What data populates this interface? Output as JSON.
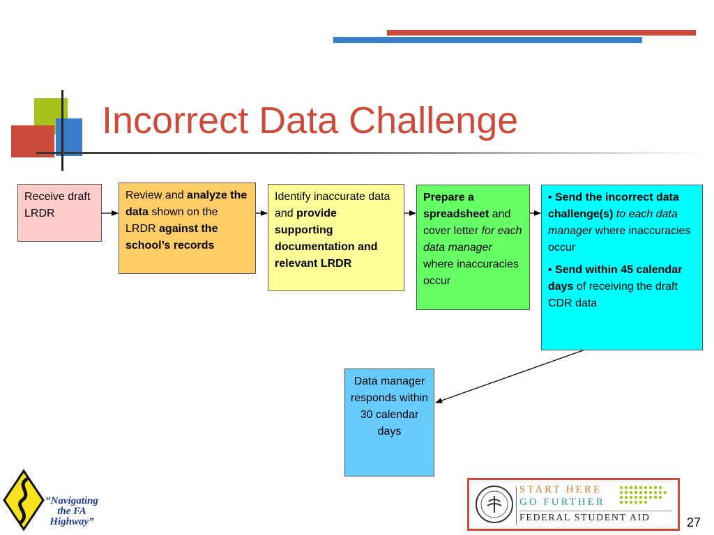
{
  "title": "Incorrect Data Challenge",
  "steps": {
    "receive": "Receive draft LRDR",
    "review": {
      "t1": "Review and ",
      "b1": "analyze the data",
      "t2": " shown on the LRDR ",
      "b2": "against the school’s records"
    },
    "identify": {
      "t1": "Identify inaccurate data and ",
      "b1": "provide supporting documentation and relevant LRDR"
    },
    "prepare": {
      "b1": "Prepare a spreadsheet",
      "t1": " and cover letter ",
      "i1": "for each data manager",
      "t2": " where inaccuracies occur"
    },
    "send": {
      "bullet1": {
        "bullet": "• ",
        "b1": "Send the incorrect data challenge(s)",
        "i1": " to each data manager",
        "t1": " where inaccuracies occur"
      },
      "bullet2": {
        "bullet": "• ",
        "b1": "Send within 45 calendar days",
        "t1": " of receiving the draft CDR data"
      }
    },
    "respond": "Data manager responds within 30 calendar days"
  },
  "footer_logo": {
    "line1": "“Navigating",
    "line2": "the FA",
    "line3": "Highway”"
  },
  "fsa_logo": {
    "line1": "START HERE",
    "line2": "GO FURTHER",
    "line3": "FEDERAL STUDENT AID"
  },
  "page_number": "27",
  "colors": {
    "title": "#cc4b3b",
    "accent_red": "#cc4b3b",
    "accent_blue": "#3a7dc9",
    "accent_green": "#a8c21b"
  }
}
